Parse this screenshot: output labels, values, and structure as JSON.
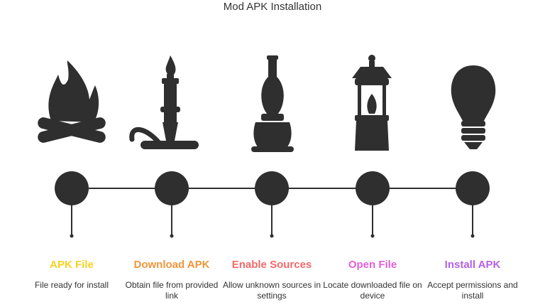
{
  "title": "Mod APK Installation",
  "colors": {
    "icon": "#2f2f2f",
    "line": "#2f2f2f"
  },
  "steps": [
    {
      "label": "APK File",
      "desc": "File ready for install",
      "color": "#f7d21f",
      "icon": "campfire-icon"
    },
    {
      "label": "Download APK",
      "desc": "Obtain file from provided link",
      "color": "#f0953a",
      "icon": "candle-icon"
    },
    {
      "label": "Enable Sources",
      "desc": "Allow unknown sources in settings",
      "color": "#ef6a6a",
      "icon": "oil-lamp-icon"
    },
    {
      "label": "Open File",
      "desc": "Locate downloaded file on device",
      "color": "#e25fd8",
      "icon": "lantern-icon"
    },
    {
      "label": "Install APK",
      "desc": "Accept permissions and install",
      "color": "#b660e6",
      "icon": "light-bulb-icon"
    }
  ]
}
